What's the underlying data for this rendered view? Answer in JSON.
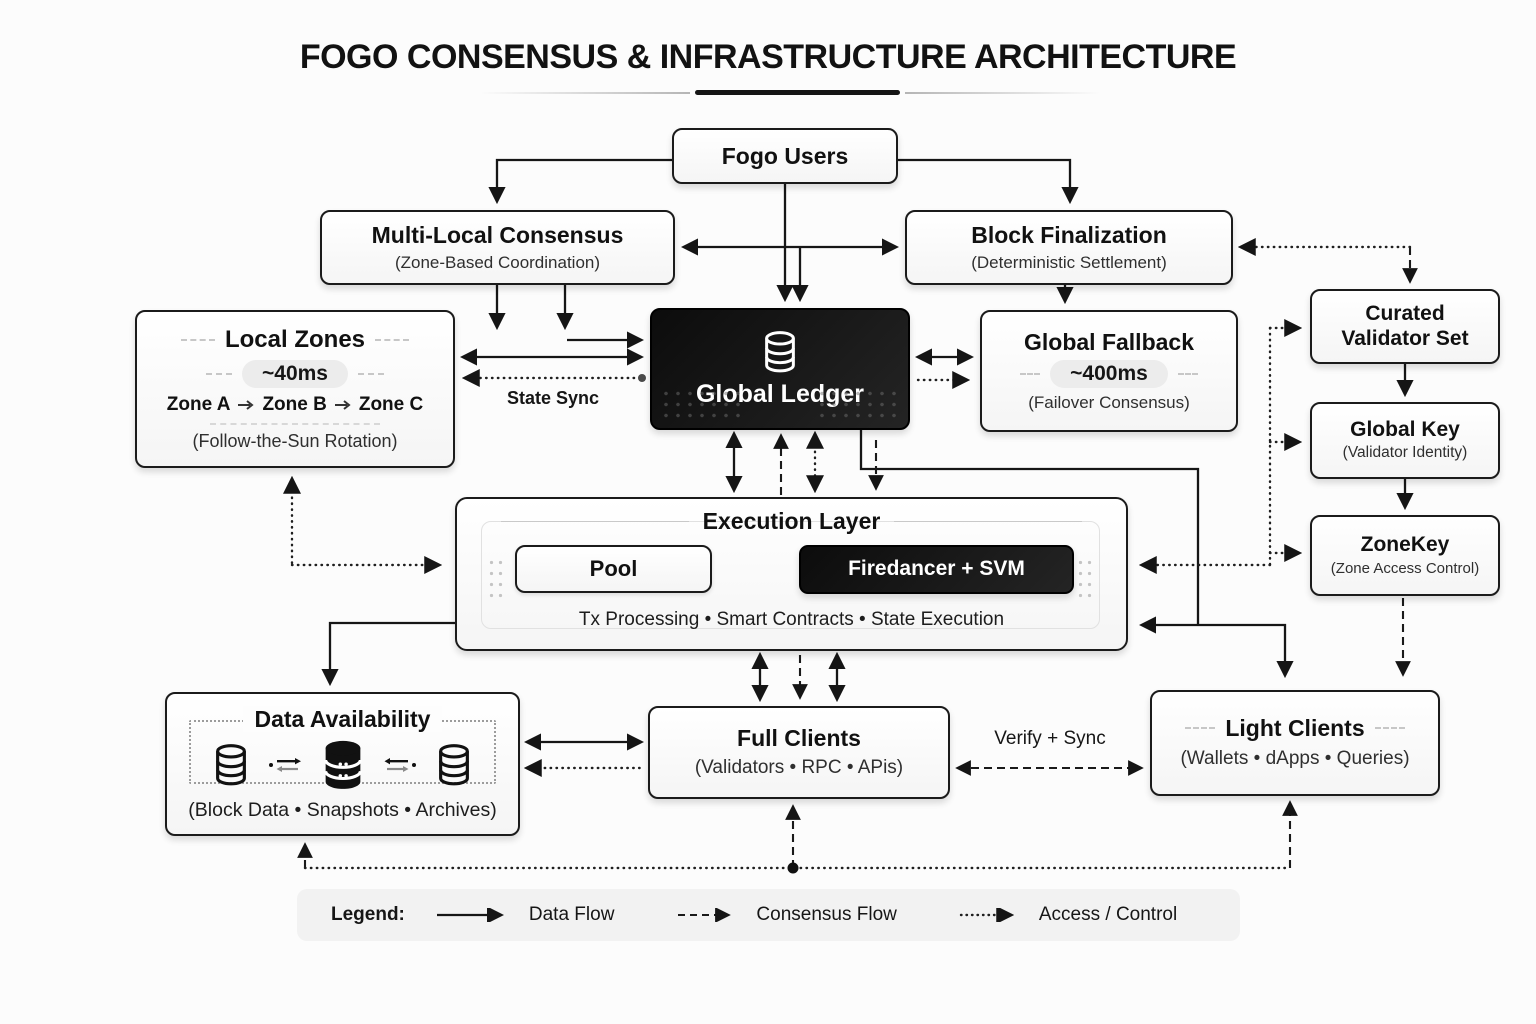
{
  "title": "FOGO CONSENSUS & INFRASTRUCTURE ARCHITECTURE",
  "nodes": {
    "fogo_users": {
      "title": "Fogo Users"
    },
    "multi_local_consensus": {
      "title": "Multi-Local Consensus",
      "subtitle": "(Zone-Based Coordination)"
    },
    "block_finalization": {
      "title": "Block Finalization",
      "subtitle": "(Deterministic Settlement)"
    },
    "local_zones": {
      "title": "Local Zones",
      "latency": "~40ms",
      "zones": [
        "Zone A",
        "Zone B",
        "Zone C"
      ],
      "subtitle": "(Follow-the-Sun Rotation)"
    },
    "global_ledger": {
      "title": "Global Ledger"
    },
    "global_fallback": {
      "title": "Global Fallback",
      "latency": "~400ms",
      "subtitle": "(Failover Consensus)"
    },
    "curated_validator_set": {
      "title": "Curated Validator Set"
    },
    "global_key": {
      "title": "Global Key",
      "subtitle": "(Validator Identity)"
    },
    "zonekey": {
      "title": "ZoneKey",
      "subtitle": "(Zone Access Control)"
    },
    "execution_layer": {
      "title": "Execution Layer",
      "pool": "Pool",
      "firedancer": "Firedancer + SVM",
      "subtitle": "Tx Processing  •  Smart Contracts  •  State Execution"
    },
    "data_availability": {
      "title": "Data Availability",
      "subtitle": "(Block Data • Snapshots • Archives)"
    },
    "full_clients": {
      "title": "Full Clients",
      "subtitle": "(Validators • RPC • APis)"
    },
    "light_clients": {
      "title": "Light Clients",
      "subtitle": "(Wallets • dApps • Queries)"
    }
  },
  "edge_labels": {
    "state_sync": "State Sync",
    "verify_sync": "Verify + Sync"
  },
  "legend": {
    "title": "Legend:",
    "items": [
      {
        "label": "Data Flow",
        "style": "solid"
      },
      {
        "label": "Consensus Flow",
        "style": "dashed"
      },
      {
        "label": "Access / Control",
        "style": "dotted"
      }
    ]
  },
  "colors": {
    "dark_node": "#141414",
    "node_border": "#1b1b1b",
    "pill_bg": "#ececec",
    "accent_text": "#111111"
  }
}
